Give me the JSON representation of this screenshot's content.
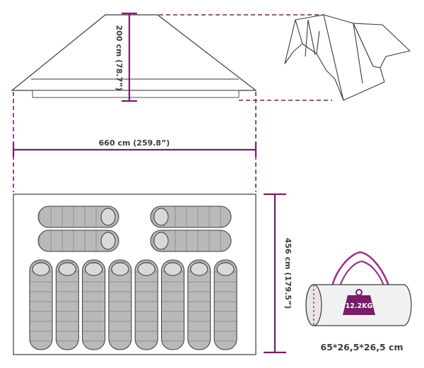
{
  "dimensions": {
    "height_label": "200 cm (78.7”)",
    "width_label": "660 cm (259.8”)",
    "depth_label": "456 cm (179.5”)"
  },
  "bag": {
    "weight_label": "12.2KG",
    "size_label": "65*26,5*26,5 cm"
  },
  "colors": {
    "accent": "#7a1c6a",
    "handle": "#a0308f",
    "outline": "#3a3a3a",
    "bag_fill": "#f1f1f1",
    "sleeping_bag_fill": "#b9b9b9"
  },
  "sleeping_bags": {
    "horizontal_count": 4,
    "vertical_count": 8
  }
}
